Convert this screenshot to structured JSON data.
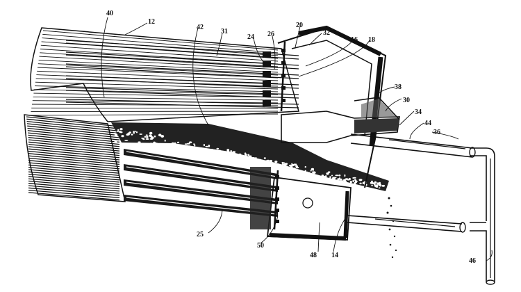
{
  "figure": {
    "ref_labels": {
      "l40": "40",
      "l12": "12",
      "l42": "42",
      "l31": "31",
      "l24": "24",
      "l26": "26",
      "l20": "20",
      "l32": "32",
      "l16": "16",
      "l18": "18",
      "l38": "38",
      "l30": "30",
      "l34": "34",
      "l44": "44",
      "l36": "36",
      "l25": "25",
      "l50": "50",
      "l48": "48",
      "l14": "14",
      "l46": "46"
    }
  },
  "colors": {
    "ink": "#111111",
    "paper": "#ffffff"
  }
}
